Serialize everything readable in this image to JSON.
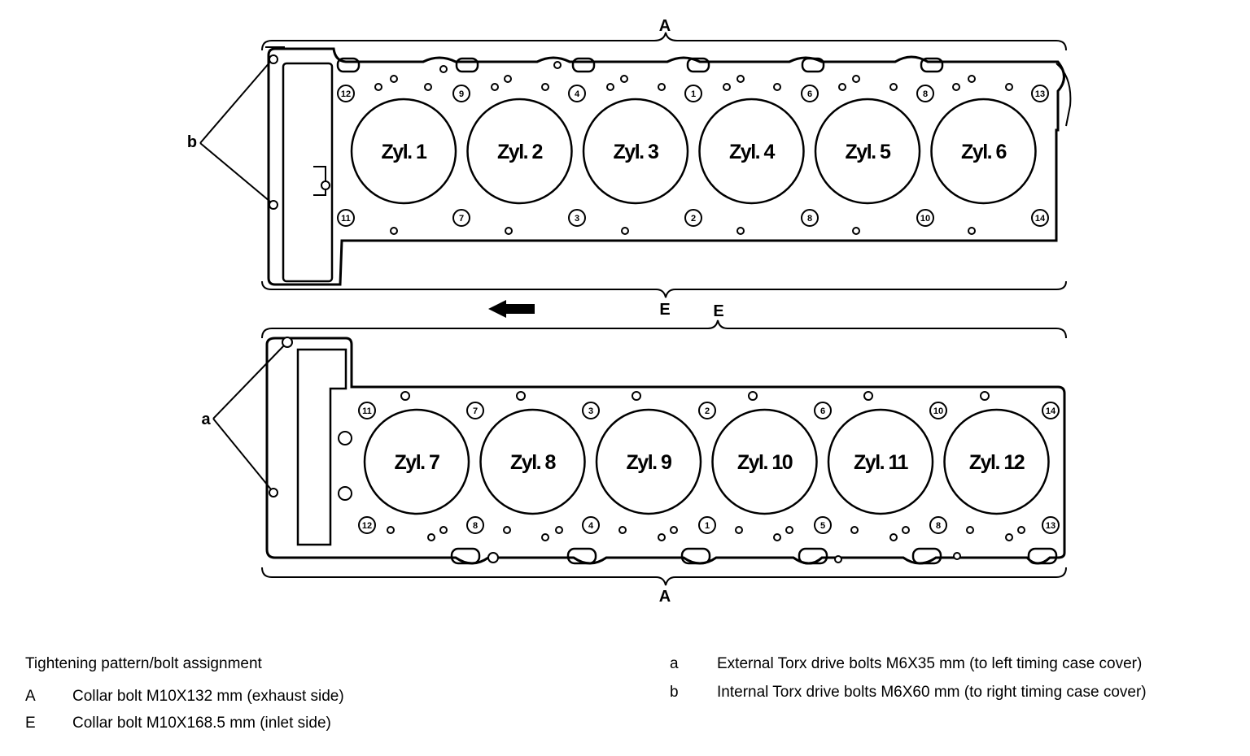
{
  "diagram": {
    "upper_cylinders": [
      "Zyl. 1",
      "Zyl. 2",
      "Zyl. 3",
      "Zyl. 4",
      "Zyl. 5",
      "Zyl. 6"
    ],
    "lower_cylinders": [
      "Zyl. 7",
      "Zyl. 8",
      "Zyl. 9",
      "Zyl. 10",
      "Zyl. 11",
      "Zyl. 12"
    ],
    "upper_top_bolts": [
      "12",
      "9",
      "4",
      "1",
      "6",
      "8",
      "13"
    ],
    "upper_bottom_bolts": [
      "11",
      "7",
      "3",
      "2",
      "8",
      "10",
      "14"
    ],
    "lower_top_bolts": [
      "11",
      "7",
      "3",
      "2",
      "6",
      "10",
      "14"
    ],
    "lower_bottom_bolts": [
      "12",
      "8",
      "4",
      "1",
      "5",
      "8",
      "13"
    ],
    "label_A_top": "A",
    "label_E_upper": "E",
    "label_E_lower": "E",
    "label_A_bottom": "A",
    "label_b": "b",
    "label_a": "a"
  },
  "legend": {
    "title": "Tightening pattern/bolt assignment",
    "items": [
      {
        "key": "A",
        "text": "Collar bolt M10X132 mm (exhaust side)"
      },
      {
        "key": "E",
        "text": "Collar bolt M10X168.5 mm (inlet side)"
      },
      {
        "key": "a",
        "text": "External Torx drive bolts M6X35 mm (to left timing case cover)"
      },
      {
        "key": "b",
        "text": "Internal Torx drive bolts M6X60 mm (to right timing case cover)"
      }
    ]
  }
}
